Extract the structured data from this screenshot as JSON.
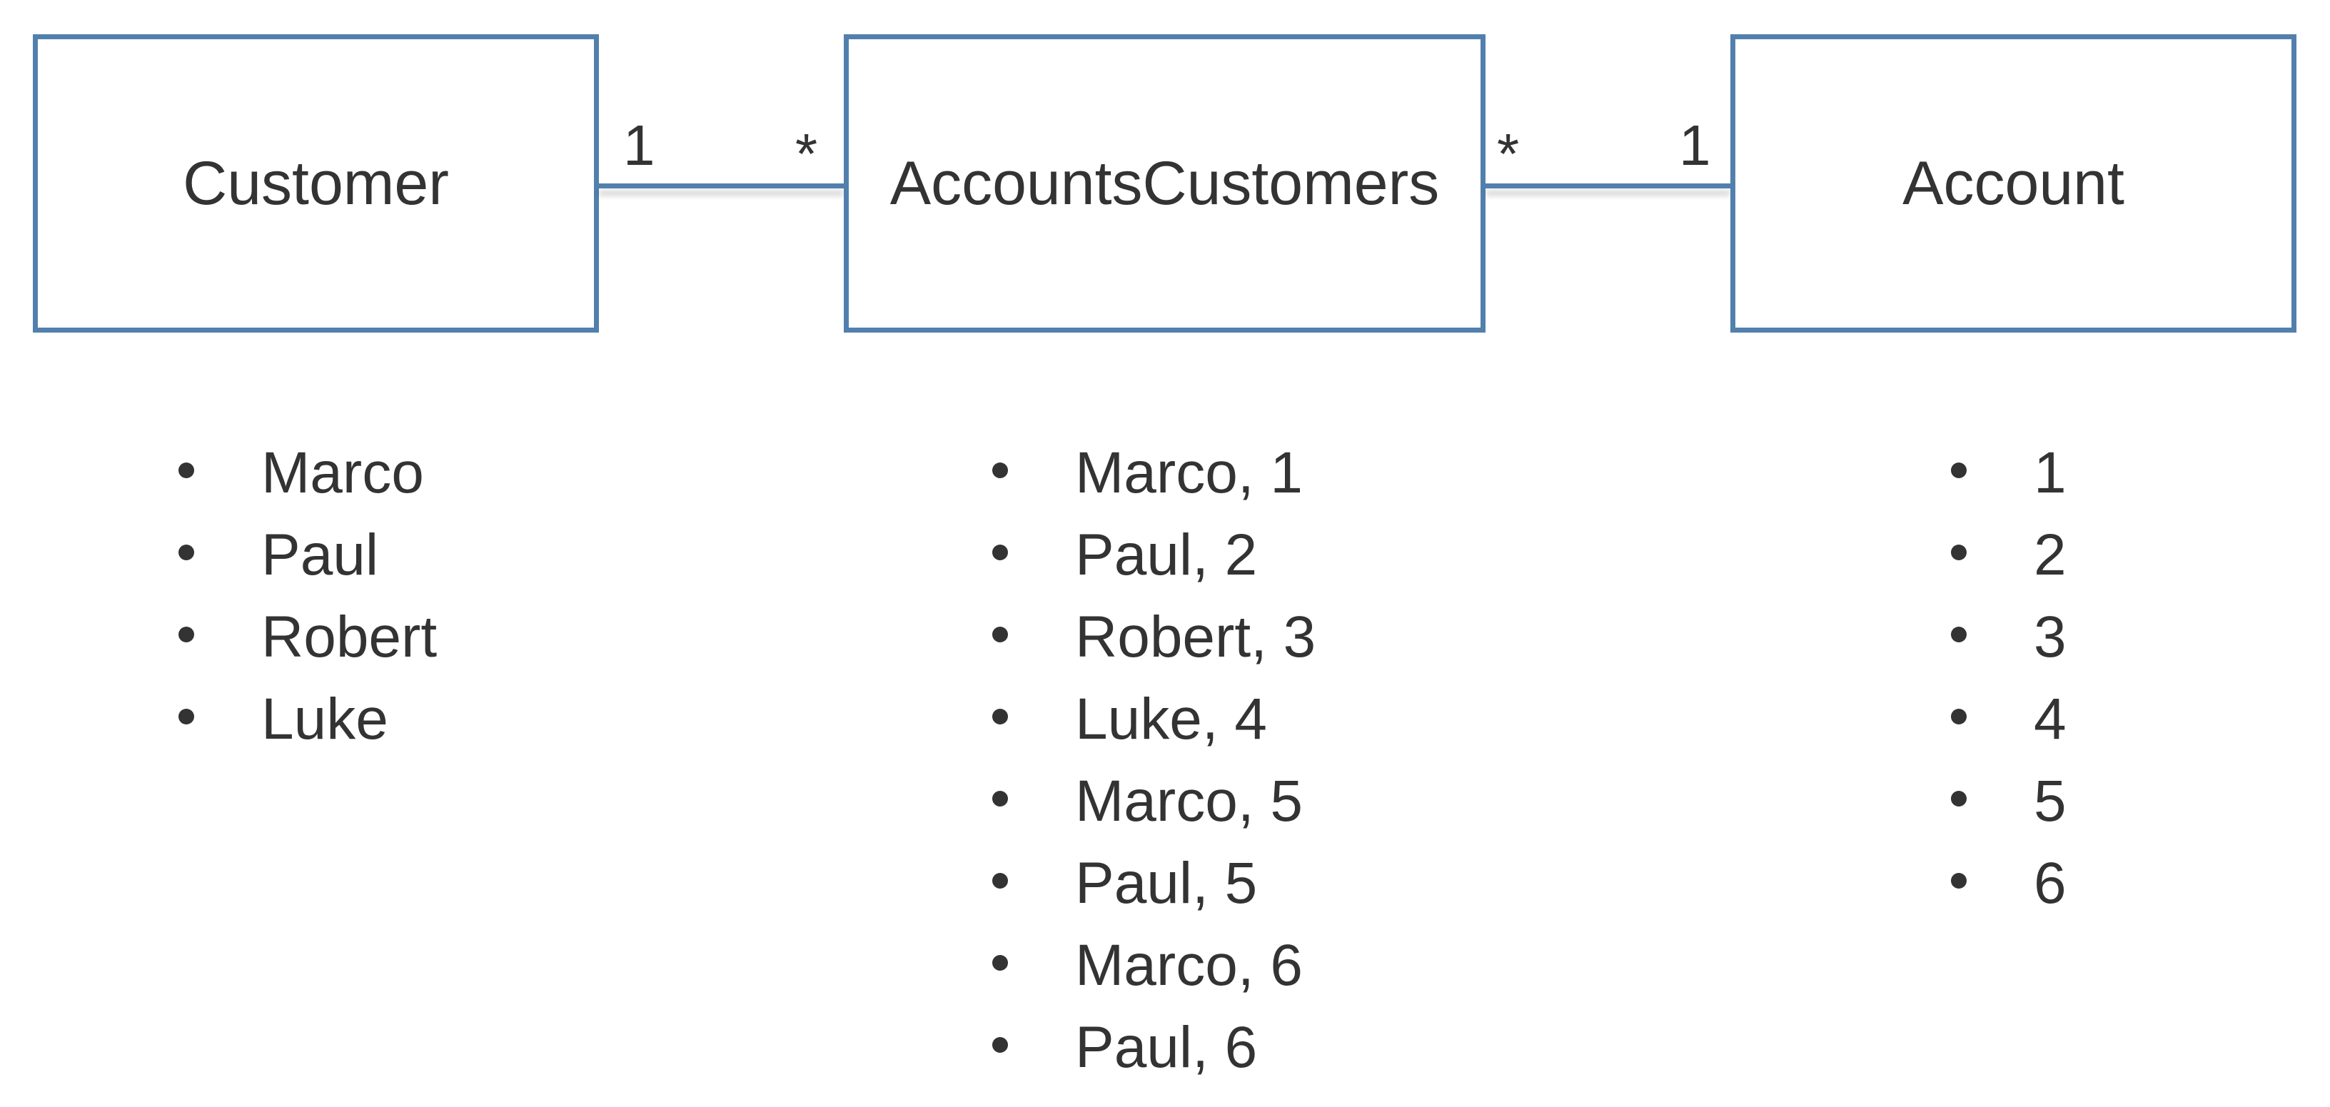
{
  "entities": {
    "customer": "Customer",
    "accounts_customers": "AccountsCustomers",
    "account": "Account"
  },
  "multiplicities": {
    "customer_side": "1",
    "ac_left_side": "*",
    "ac_right_side": "*",
    "account_side": "1"
  },
  "lists": {
    "customer": [
      "Marco",
      "Paul",
      "Robert",
      "Luke"
    ],
    "accounts_customers": [
      "Marco, 1",
      "Paul, 2",
      "Robert, 3",
      "Luke, 4",
      "Marco, 5",
      "Paul, 5",
      "Marco, 6",
      "Paul, 6"
    ],
    "account": [
      "1",
      "2",
      "3",
      "4",
      "5",
      "6"
    ]
  },
  "colors": {
    "box_border": "#5280ad",
    "text": "#333333"
  }
}
